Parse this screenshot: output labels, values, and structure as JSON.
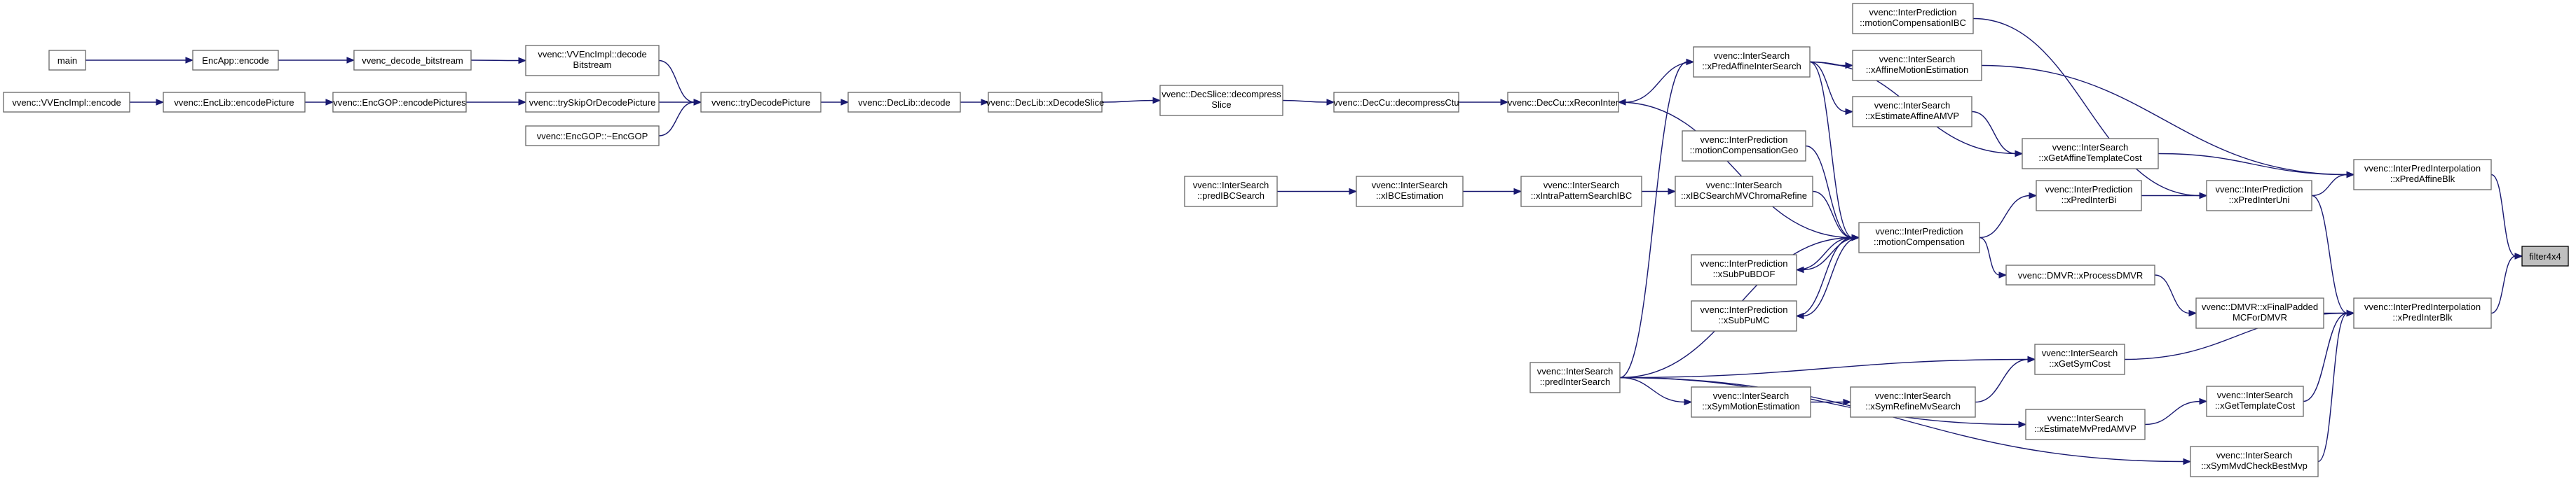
{
  "graph": {
    "nodes": {
      "main": [
        "main"
      ],
      "encapp": [
        "EncApp::encode"
      ],
      "decbits": [
        "vvenc_decode_bitstream"
      ],
      "vvencimpl_decode": [
        "vvenc::VVEncImpl::decode",
        "Bitstream"
      ],
      "trydecode": [
        "vvenc::tryDecodePicture"
      ],
      "tryskip": [
        "vvenc::trySkipOrDecodePicture"
      ],
      "encgop_dtor": [
        "vvenc::EncGOP::~EncGOP"
      ],
      "vvencimpl_encode": [
        "vvenc::VVEncImpl::encode"
      ],
      "enclib_encpic": [
        "vvenc::EncLib::encodePicture"
      ],
      "encgop_encpics": [
        "vvenc::EncGOP::encodePictures"
      ],
      "declib_decode": [
        "vvenc::DecLib::decode"
      ],
      "declib_xdecslice": [
        "vvenc::DecLib::xDecodeSlice"
      ],
      "decslice": [
        "vvenc::DecSlice::decompress",
        "Slice"
      ],
      "deccu_decompctu": [
        "vvenc::DecCu::decompressCtu"
      ],
      "deccu_xrecon": [
        "vvenc::DecCu::xReconInter"
      ],
      "predibc": [
        "vvenc::InterSearch",
        "::predIBCSearch"
      ],
      "xibcest": [
        "vvenc::InterSearch",
        "::xIBCEstimation"
      ],
      "xintrapattern": [
        "vvenc::InterSearch",
        "::xIntraPatternSearchIBC"
      ],
      "predinter": [
        "vvenc::InterSearch",
        "::predInterSearch"
      ],
      "xpredaffine": [
        "vvenc::InterSearch",
        "::xPredAffineInterSearch"
      ],
      "mcgeo": [
        "vvenc::InterPrediction",
        "::motionCompensationGeo"
      ],
      "xibcchroma": [
        "vvenc::InterSearch",
        "::xIBCSearchMVChromaRefine"
      ],
      "xsubpubdof": [
        "vvenc::InterPrediction",
        "::xSubPuBDOF"
      ],
      "xsubpumc": [
        "vvenc::InterPrediction",
        "::xSubPuMC"
      ],
      "xsymme": [
        "vvenc::InterSearch",
        "::xSymMotionEstimation"
      ],
      "mcibc": [
        "vvenc::InterPrediction",
        "::motionCompensationIBC"
      ],
      "xaffineme": [
        "vvenc::InterSearch",
        "::xAffineMotionEstimation"
      ],
      "xestaffineamvp": [
        "vvenc::InterSearch",
        "::xEstimateAffineAMVP"
      ],
      "mc": [
        "vvenc::InterPrediction",
        "::motionCompensation"
      ],
      "dmvr_xprocess": [
        "vvenc::DMVR::xProcessDMVR"
      ],
      "xsymrefine": [
        "vvenc::InterSearch",
        "::xSymRefineMvSearch"
      ],
      "xgetaffinecost": [
        "vvenc::InterSearch",
        "::xGetAffineTemplateCost"
      ],
      "xpredinterbi": [
        "vvenc::InterPrediction",
        "::xPredInterBi"
      ],
      "xgetsymcost": [
        "vvenc::InterSearch",
        "::xGetSymCost"
      ],
      "xestmvpredamvp": [
        "vvenc::InterSearch",
        "::xEstimateMvPredAMVP"
      ],
      "xpredinteruni": [
        "vvenc::InterPrediction",
        "::xPredInterUni"
      ],
      "dmvr_xfinal": [
        "vvenc::DMVR::xFinalPadded",
        "MCForDMVR"
      ],
      "xgettemplatecost": [
        "vvenc::InterSearch",
        "::xGetTemplateCost"
      ],
      "xsymmvdcheck": [
        "vvenc::InterSearch",
        "::xSymMvdCheckBestMvp"
      ],
      "ipi_predaffine": [
        "vvenc::InterPredInterpolation",
        "::xPredAffineBlk"
      ],
      "ipi_predinterblk": [
        "vvenc::InterPredInterpolation",
        "::xPredInterBlk"
      ],
      "filter4x4": [
        "filter4x4"
      ]
    },
    "target": "filter4x4"
  }
}
